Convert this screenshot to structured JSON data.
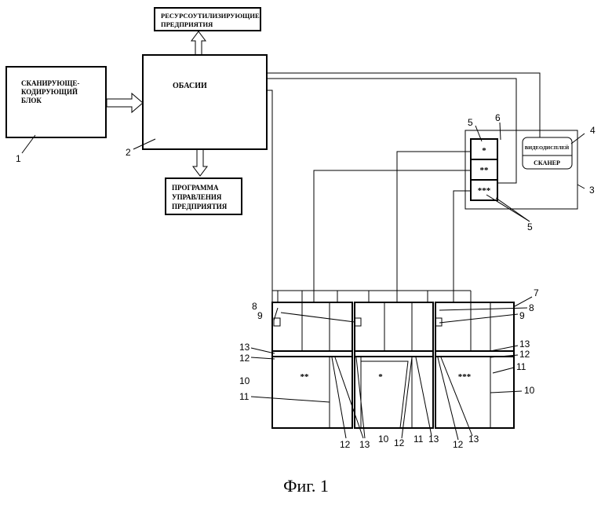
{
  "figure": {
    "caption": "Фиг. 1",
    "blocks": {
      "scanner_block": [
        "СКАНИРУЮЩЕ-",
        "КОДИРУЮЩИЙ",
        "БЛОК"
      ],
      "obasi": "ОБАСИИ",
      "recycling": [
        "РЕСУРСОУТИЛИЗИРУЮЩИЕ",
        "ПРЕДПРИЯТИЯ"
      ],
      "program": [
        "ПРОГРАММА",
        "УПРАВЛЕНИЯ",
        "ПРЕДПРИЯТИЯ"
      ],
      "videodisplay": "ВИДЕОДИСПЛЕЙ",
      "scanner": "СКАНЕР"
    },
    "cell_marks": {
      "top": "*",
      "middle": "**",
      "bottom": "***"
    },
    "container_marks": {
      "left": "**",
      "center": "*",
      "right": "***"
    },
    "labels": {
      "n1": "1",
      "n2": "2",
      "n3": "3",
      "n4": "4",
      "n5a": "5",
      "n5b": "5",
      "n6": "6",
      "n7": "7",
      "n8a": "8",
      "n8b": "8",
      "n9a": "9",
      "n9b": "9",
      "n13a": "13",
      "n12a": "12",
      "n10a": "10",
      "n11a": "11",
      "n13b": "13",
      "n12b": "12",
      "n11b": "11",
      "n10b": "10",
      "b12a": "12",
      "b13a": "13",
      "b10": "10",
      "b12b": "12",
      "b11": "11",
      "b13b": "13",
      "b12c": "12",
      "b13c": "13"
    }
  }
}
